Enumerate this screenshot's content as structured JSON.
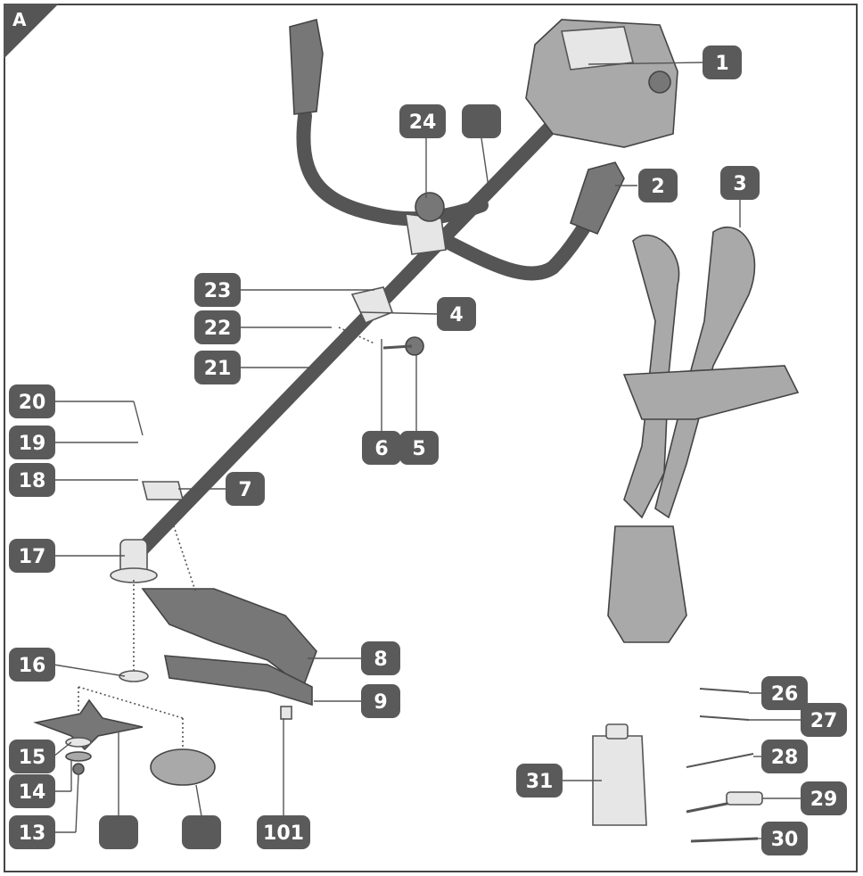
{
  "figure": {
    "corner_label": "A"
  },
  "badges": [
    {
      "id": "1",
      "text": "1"
    },
    {
      "id": "2",
      "text": "2"
    },
    {
      "id": "3",
      "text": "3"
    },
    {
      "id": "4",
      "text": "4"
    },
    {
      "id": "5",
      "text": "5"
    },
    {
      "id": "6",
      "text": "6"
    },
    {
      "id": "7",
      "text": "7"
    },
    {
      "id": "8",
      "text": "8"
    },
    {
      "id": "9",
      "text": "9"
    },
    {
      "id": "13",
      "text": "13"
    },
    {
      "id": "14",
      "text": "14"
    },
    {
      "id": "15",
      "text": "15"
    },
    {
      "id": "16",
      "text": "16"
    },
    {
      "id": "17",
      "text": "17"
    },
    {
      "id": "18",
      "text": "18"
    },
    {
      "id": "19",
      "text": "19"
    },
    {
      "id": "20",
      "text": "20"
    },
    {
      "id": "21",
      "text": "21"
    },
    {
      "id": "22",
      "text": "22"
    },
    {
      "id": "23",
      "text": "23"
    },
    {
      "id": "24",
      "text": "24"
    },
    {
      "id": "26",
      "text": "26"
    },
    {
      "id": "27",
      "text": "27"
    },
    {
      "id": "28",
      "text": "28"
    },
    {
      "id": "29",
      "text": "29"
    },
    {
      "id": "30",
      "text": "30"
    },
    {
      "id": "31",
      "text": "31"
    },
    {
      "id": "101",
      "text": "101"
    },
    {
      "id": "blank-top",
      "text": ""
    },
    {
      "id": "blank-blade",
      "text": ""
    },
    {
      "id": "blank-head",
      "text": ""
    }
  ]
}
